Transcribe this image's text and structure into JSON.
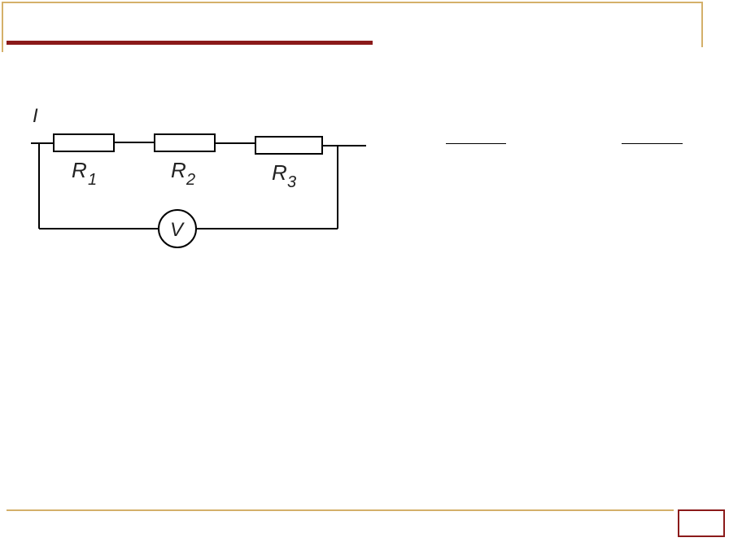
{
  "labels": {
    "current": "I",
    "r1_letter": "R",
    "r1_sub": "1",
    "r2_letter": "R",
    "r2_sub": "2",
    "r3_letter": "R",
    "r3_sub": "3",
    "voltmeter": "V"
  },
  "colors": {
    "accent": "#8b1a1a",
    "frame": "#d4b06a"
  }
}
